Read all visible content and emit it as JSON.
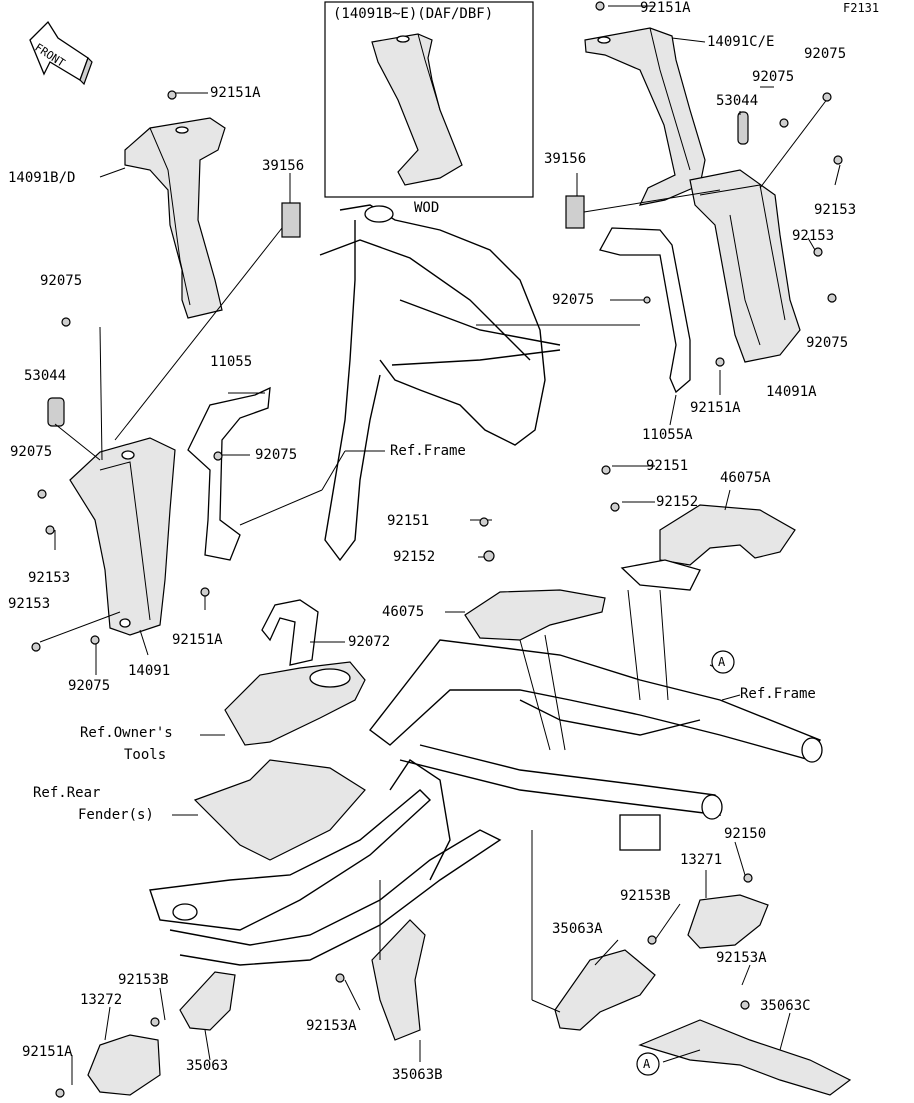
{
  "diagram": {
    "code": "F2131",
    "front_arrow": "FRONT",
    "inset": {
      "title": "(14091B~E)(DAF/DBF)",
      "caption": "WOD"
    },
    "labels": {
      "p92151A_top": "92151A",
      "p14091CE": "14091C/E",
      "p92075_tr1": "92075",
      "p92075_tr2": "92075",
      "p53044_r": "53044",
      "p39156_r": "39156",
      "p92153_r1": "92153",
      "p92153_r2": "92153",
      "p92075_r3": "92075",
      "p92075_r4": "92075",
      "p92151A_r": "92151A",
      "p14091A": "14091A",
      "p11055A": "11055A",
      "p92151A_l": "92151A",
      "p14091BD": "14091B/D",
      "p39156_l": "39156",
      "p92075_l1": "92075",
      "p53044_l": "53044",
      "p11055": "11055",
      "p92075_l2": "92075",
      "p92075_l3": "92075",
      "p92153_l1": "92153",
      "p92153_l2": "92153",
      "p92151A_m": "92151A",
      "p14091": "14091",
      "p92075_l4": "92075",
      "ref_frame_top": "Ref.Frame",
      "p92151_r": "92151",
      "p92152_r": "92152",
      "p46075A": "46075A",
      "p92151_m": "92151",
      "p92152_m": "92152",
      "p46075": "46075",
      "p92072": "92072",
      "ref_tools_1": "Ref.Owner's",
      "ref_tools_2": "Tools",
      "ref_fender_1": "Ref.Rear",
      "ref_fender_2": "Fender(s)",
      "circle_a_top": "A",
      "ref_frame_right": "Ref.Frame",
      "p92150": "92150",
      "p13271": "13271",
      "p92153B_r": "92153B",
      "p35063A": "35063A",
      "p92153A_r": "92153A",
      "p35063C": "35063C",
      "circle_a_bottom": "A",
      "p92153B_l": "92153B",
      "p13272": "13272",
      "p92151A_bl": "92151A",
      "p35063": "35063",
      "p92153A_m": "92153A",
      "p35063B": "35063B"
    }
  }
}
